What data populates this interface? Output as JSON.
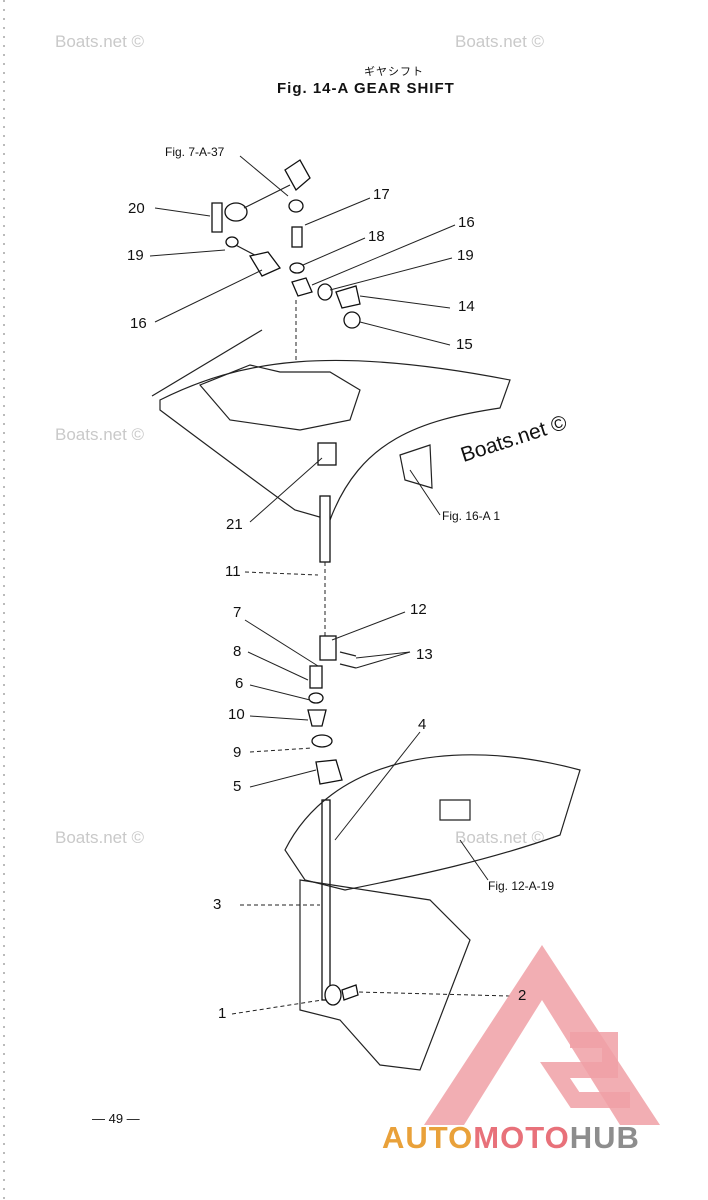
{
  "header": {
    "subtitle": "ギヤシフト",
    "title": "Fig. 14-A   GEAR SHIFT"
  },
  "watermarks": {
    "top_left": "Boats.net ©",
    "top_right": "Boats.net ©",
    "mid_left": "Boats.net ©",
    "main": "Boats.net ©",
    "lower_left": "Boats.net ©",
    "lower_right": "Boats.net ©"
  },
  "references": {
    "fig_7a37": "Fig. 7-A-37",
    "fig_16a1": "Fig. 16-A 1",
    "fig_12a19": "Fig. 12-A-19"
  },
  "callouts": {
    "n20": "20",
    "n17": "17",
    "n19_left": "19",
    "n18": "18",
    "n16_right": "16",
    "n19_right": "19",
    "n14": "14",
    "n15": "15",
    "n16_left": "16",
    "n21": "21",
    "n11": "11",
    "n12": "12",
    "n7": "7",
    "n13": "13",
    "n8": "8",
    "n6": "6",
    "n10": "10",
    "n4": "4",
    "n9": "9",
    "n5": "5",
    "n3": "3",
    "n2": "2",
    "n1": "1"
  },
  "footer": {
    "page_number": "— 49 —"
  },
  "brand": {
    "part1": "AUTO",
    "part2": "MOTO",
    "part3": "HUB",
    "logo_color": "#e8717a",
    "accent_color": "#e9a13a"
  }
}
